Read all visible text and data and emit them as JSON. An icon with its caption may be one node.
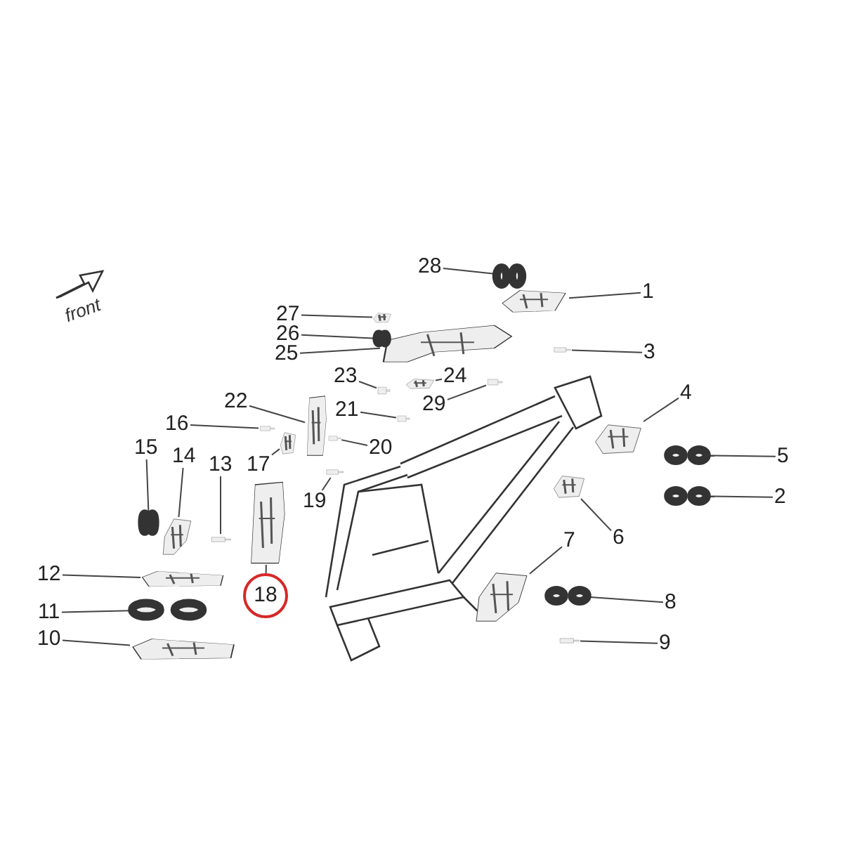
{
  "diagram": {
    "nodes": [
      {
        "text": [
          "1"
        ]
      },
      {
        "text": [
          "2"
        ]
      },
      {
        "text": [
          "3"
        ]
      },
      {
        "text": [
          "4"
        ]
      },
      {
        "text": [
          "5"
        ]
      },
      {
        "text": [
          "6"
        ]
      },
      {
        "text": [
          "7"
        ]
      },
      {
        "text": [
          "8"
        ]
      },
      {
        "text": [
          "9"
        ]
      },
      {
        "text": [
          "10"
        ]
      },
      {
        "text": [
          "11"
        ]
      },
      {
        "text": [
          "12"
        ]
      },
      {
        "text": [
          "13"
        ]
      },
      {
        "text": [
          "14"
        ]
      },
      {
        "text": [
          "15"
        ]
      },
      {
        "text": [
          "16"
        ]
      },
      {
        "text": [
          "17"
        ]
      },
      {
        "text": [
          "18"
        ]
      },
      {
        "text": [
          "19"
        ]
      },
      {
        "text": [
          "20"
        ]
      },
      {
        "text": [
          "21"
        ]
      },
      {
        "text": [
          "22"
        ]
      },
      {
        "text": [
          "23"
        ]
      },
      {
        "text": [
          "24"
        ]
      },
      {
        "text": [
          "25"
        ]
      },
      {
        "text": [
          "26"
        ]
      },
      {
        "text": [
          "27"
        ]
      },
      {
        "text": [
          "28"
        ]
      },
      {
        "text": [
          "29"
        ]
      },
      {
        "text": [],
        "shape": "picture"
      },
      {
        "text": [],
        "shape": "picture"
      },
      {
        "text": [],
        "shape": "picture"
      },
      {
        "text": [],
        "shape": "picture"
      },
      {
        "text": [],
        "shape": "picture"
      },
      {
        "text": [],
        "shape": "picture"
      },
      {
        "text": [],
        "shape": "picture"
      },
      {
        "text": [],
        "shape": "picture"
      },
      {
        "text": [],
        "shape": "picture"
      },
      {
        "text": [],
        "shape": "picture"
      },
      {
        "text": [],
        "shape": "picture"
      },
      {
        "text": [],
        "shape": "picture"
      },
      {
        "text": [],
        "shape": "picture"
      },
      {
        "text": [],
        "shape": "picture"
      },
      {
        "text": [],
        "shape": "picture"
      },
      {
        "text": [],
        "shape": "picture"
      },
      {
        "text": [],
        "shape": "picture"
      },
      {
        "text": [],
        "shape": "picture"
      },
      {
        "text": [],
        "shape": "picture"
      },
      {
        "text": [],
        "shape": "picture"
      },
      {
        "text": [],
        "shape": "picture"
      },
      {
        "text": [],
        "shape": "picture"
      },
      {
        "text": [],
        "shape": "picture"
      },
      {
        "text": [],
        "shape": "picture"
      },
      {
        "text": [],
        "shape": "picture"
      },
      {
        "text": [],
        "shape": "picture"
      },
      {
        "text": [],
        "shape": "picture"
      },
      {
        "text": [],
        "shape": "picture"
      },
      {
        "text": [],
        "shape": "picture"
      }
    ],
    "edges": [
      {
        "from": 0,
        "to": 29,
        "arrow": "none"
      },
      {
        "from": 1,
        "to": 30,
        "arrow": "none"
      },
      {
        "from": 2,
        "to": 31,
        "arrow": "none"
      },
      {
        "from": 3,
        "to": 32,
        "arrow": "none"
      },
      {
        "from": 4,
        "to": 33,
        "arrow": "none"
      },
      {
        "from": 5,
        "to": 34,
        "arrow": "none"
      },
      {
        "from": 6,
        "to": 35,
        "arrow": "none"
      },
      {
        "from": 7,
        "to": 36,
        "arrow": "none"
      },
      {
        "from": 8,
        "to": 37,
        "arrow": "none"
      },
      {
        "from": 9,
        "to": 38,
        "arrow": "none"
      },
      {
        "from": 10,
        "to": 39,
        "arrow": "none"
      },
      {
        "from": 11,
        "to": 40,
        "arrow": "none"
      },
      {
        "from": 12,
        "to": 41,
        "arrow": "none"
      },
      {
        "from": 13,
        "to": 42,
        "arrow": "none"
      },
      {
        "from": 14,
        "to": 43,
        "arrow": "none"
      },
      {
        "from": 15,
        "to": 44,
        "arrow": "none"
      },
      {
        "from": 16,
        "to": 45,
        "arrow": "none"
      },
      {
        "from": 17,
        "to": 46,
        "arrow": "none"
      },
      {
        "from": 18,
        "to": 47,
        "arrow": "none"
      },
      {
        "from": 19,
        "to": 48,
        "arrow": "none"
      },
      {
        "from": 20,
        "to": 49,
        "arrow": "none"
      },
      {
        "from": 21,
        "to": 50,
        "arrow": "none"
      },
      {
        "from": 22,
        "to": 51,
        "arrow": "none"
      },
      {
        "from": 23,
        "to": 52,
        "arrow": "none"
      },
      {
        "from": 24,
        "to": 53,
        "arrow": "none"
      },
      {
        "from": 25,
        "to": 54,
        "arrow": "none"
      },
      {
        "from": 26,
        "to": 55,
        "arrow": "none"
      },
      {
        "from": 27,
        "to": 56,
        "arrow": "none"
      },
      {
        "from": 28,
        "to": 57,
        "arrow": "none"
      }
    ],
    "labels": [
      "front"
    ]
  }
}
